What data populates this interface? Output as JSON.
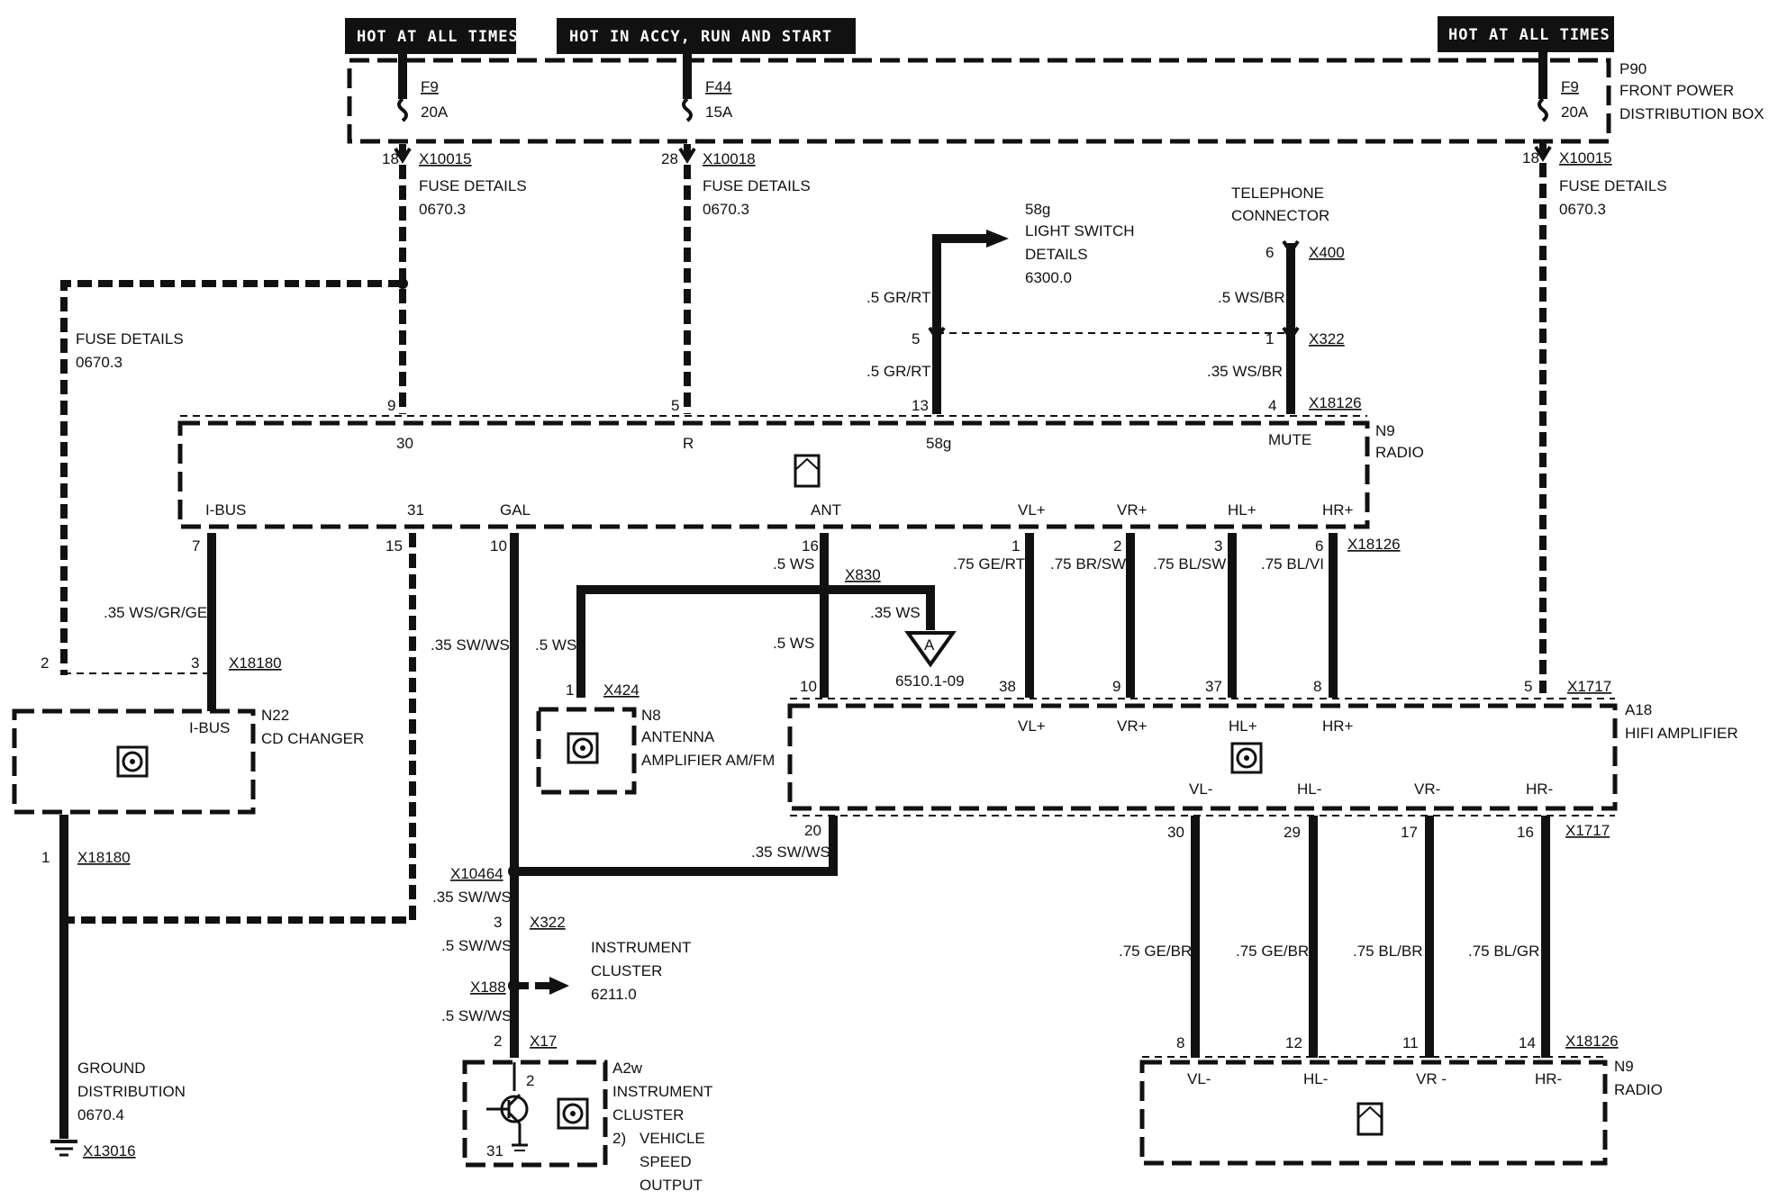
{
  "banners": {
    "left": "HOT AT ALL TIMES",
    "middle": "HOT IN ACCY, RUN AND  START",
    "right": "HOT AT ALL TIMES"
  },
  "p90": {
    "id": "P90",
    "line1": "FRONT POWER",
    "line2": "DISTRIBUTION BOX"
  },
  "fuses": {
    "f9_left": {
      "name": "F9",
      "rating": "20A"
    },
    "f44": {
      "name": "F44",
      "rating": "15A"
    },
    "f9_right": {
      "name": "F9",
      "rating": "20A"
    }
  },
  "fuse_details": {
    "left": {
      "pin": "18",
      "conn": "X10015",
      "label": "FUSE DETAILS",
      "ref": "0670.3"
    },
    "mid": {
      "pin": "28",
      "conn": "X10018",
      "label": "FUSE DETAILS",
      "ref": "0670.3"
    },
    "right": {
      "pin": "18",
      "conn": "X10015",
      "label": "FUSE DETAILS",
      "ref": "0670.3"
    },
    "side": {
      "label": "FUSE DETAILS",
      "ref": "0670.3"
    }
  },
  "light_switch": {
    "code": "58g",
    "line1": "LIGHT SWITCH",
    "line2": "DETAILS",
    "ref": "6300.0"
  },
  "telephone": {
    "line1": "TELEPHONE",
    "line2": "CONNECTOR",
    "pin": "6",
    "conn": "X400"
  },
  "x322_top": {
    "conn": "X322",
    "pin_left": "5",
    "pin_right": "1"
  },
  "wires_top": {
    "gr_rt_1": ".5 GR/RT",
    "gr_rt_2": ".5 GR/RT",
    "ws_br_1": ".5 WS/BR",
    "ws_br_2": ".35 WS/BR"
  },
  "radio_top": {
    "id": "N9",
    "name": "RADIO",
    "conn": "X18126",
    "pins": [
      "9",
      "5",
      "13",
      "4"
    ],
    "terms": [
      "30",
      "R",
      "58g",
      "MUTE"
    ],
    "bottom_terms": [
      "I-BUS",
      "31",
      "GAL",
      "ANT",
      "VL+",
      "VR+",
      "HL+",
      "HR+"
    ],
    "bottom_pins": [
      "7",
      "15",
      "10",
      "16",
      "1",
      "2",
      "3",
      "6"
    ],
    "bottom_conn": "X18126"
  },
  "speaker_wires_top": [
    ".75 GE/RT",
    ".75 BR/SW",
    ".75 BL/SW",
    ".75 BL/VI"
  ],
  "ibus_wire": ".35 WS/GR/GE",
  "sw_ws_wire": ".35 SW/WS",
  "antenna_wires": {
    "w1": ".5 WS",
    "w2": ".5 WS",
    "w3": ".5 WS",
    "w4": ".35 WS",
    "conn": "X830",
    "ref": "6510.1-09",
    "tri": "A"
  },
  "cd_changer": {
    "id": "N22",
    "name": "CD CHANGER",
    "term": "I-BUS",
    "conn": "X18180",
    "pin_left": "2",
    "pin_right": "3",
    "pin_bottom": "1",
    "bottom_conn": "X18180"
  },
  "antenna_amp": {
    "id": "N8",
    "line1": "ANTENNA",
    "line2": "AMPLIFIER AM/FM",
    "pin": "1",
    "conn": "X424"
  },
  "hifi": {
    "id": "A18",
    "name": "HIFI AMPLIFIER",
    "conn": "X1717",
    "top_pins": [
      "10",
      "38",
      "9",
      "37",
      "8",
      "5"
    ],
    "top_terms": [
      "VL+",
      "VR+",
      "HL+",
      "HR+"
    ],
    "bottom_terms": [
      "VL-",
      "HL-",
      "VR-",
      "HR-"
    ],
    "bottom_pins": [
      "30",
      "29",
      "17",
      "16"
    ],
    "bottom_conn": "X1717",
    "pin_gal": "20",
    "gal_wire": ".35 SW/WS"
  },
  "speaker_wires_bottom": [
    ".75 GE/BR",
    ".75 GE/BR",
    ".75 BL/BR",
    ".75 BL/GR"
  ],
  "radio_bottom": {
    "id": "N9",
    "name": "RADIO",
    "conn": "X18126",
    "pins": [
      "8",
      "12",
      "11",
      "14"
    ],
    "terms": [
      "VL-",
      "HL-",
      "VR -",
      "HR-"
    ]
  },
  "speed_path": {
    "x10464": "X10464",
    "w1": ".35 SW/WS",
    "pin_x322": "3",
    "x322": "X322",
    "w2": ".5 SW/WS",
    "x188": "X188",
    "w3": ".5 SW/WS",
    "pin_x17": "2",
    "x17": "X17"
  },
  "instrument_ref": {
    "line1": "INSTRUMENT",
    "line2": "CLUSTER",
    "ref": "6211.0"
  },
  "instrument_cluster": {
    "id": "A2w",
    "line1": "INSTRUMENT",
    "line2": "CLUSTER",
    "note_num": "2)",
    "note1": "VEHICLE",
    "note2": "SPEED",
    "note3": "OUTPUT",
    "pin_top": "2",
    "pin_gnd": "31"
  },
  "ground": {
    "line1": "GROUND",
    "line2": "DISTRIBUTION",
    "ref": "0670.4",
    "conn": "X13016"
  }
}
